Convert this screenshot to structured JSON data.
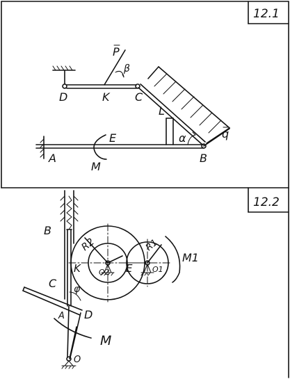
{
  "problem1": {
    "number": "12.1",
    "labels": {
      "P": "P",
      "beta": "β",
      "D": "D",
      "K": "K",
      "C": "C",
      "L": "L",
      "E": "E",
      "A": "A",
      "M": "M",
      "B": "B",
      "alpha": "α",
      "q": "q"
    }
  },
  "problem2": {
    "number": "12.2",
    "labels": {
      "B": "B",
      "R2": "R2",
      "O2": "O2",
      "R1": "R1",
      "O1": "O1",
      "M1": "M1",
      "K": "K",
      "E": "E",
      "C": "C",
      "phi": "φ",
      "A": "A",
      "D": "D",
      "M": "M",
      "O": "O"
    }
  }
}
